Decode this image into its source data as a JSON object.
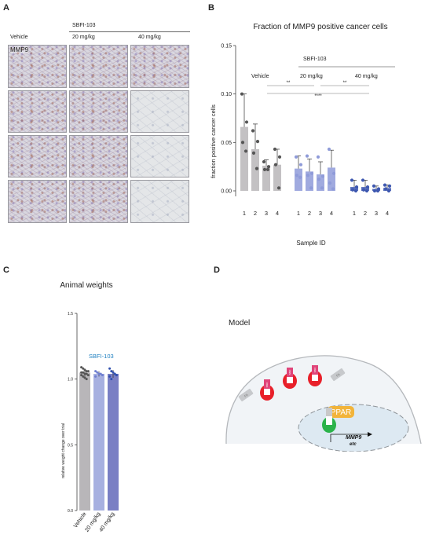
{
  "panels": {
    "a": {
      "letter": "A",
      "treatment_label": "SBFI-103",
      "group_labels": [
        "Vehicle",
        "20 mg/kg",
        "40 mg/kg"
      ],
      "stain_label": "MMP9"
    },
    "b": {
      "letter": "B"
    },
    "c": {
      "letter": "C"
    },
    "d": {
      "letter": "D",
      "title": "Model",
      "drug_label": "SBFI",
      "fa_label": "FA",
      "receptor_label": "PPAR",
      "gene_label": "MMP9",
      "etc_label": "etc"
    }
  },
  "chart_data": [
    {
      "type": "bar",
      "title": "Fraction of MMP9 positive cancer cells",
      "xlabel": "Sample ID",
      "ylabel": "fraction positive cancer cells",
      "ylim": [
        0,
        0.15
      ],
      "yticks": [
        "0.00",
        "0.05",
        "0.10",
        "0.15"
      ],
      "treatment_label": "SBFI-103",
      "group_labels": [
        "Vehicle",
        "20 mg/kg",
        "40 mg/kg"
      ],
      "significance": [
        "**",
        "**",
        "****"
      ],
      "categories": [
        "1",
        "2",
        "3",
        "4",
        "1",
        "2",
        "3",
        "4",
        "1",
        "2",
        "3",
        "4"
      ],
      "values": [
        0.066,
        0.043,
        0.026,
        0.027,
        0.023,
        0.02,
        0.017,
        0.024,
        0.004,
        0.004,
        0.002,
        0.003
      ],
      "errors": [
        0.034,
        0.026,
        0.006,
        0.016,
        0.013,
        0.013,
        0.013,
        0.018,
        0.007,
        0.007,
        0.003,
        0.003
      ],
      "points": [
        [
          0.1,
          0.071,
          0.05,
          0.041
        ],
        [
          0.062,
          0.051,
          0.039,
          0.023
        ],
        [
          0.03,
          0.025,
          0.022,
          0.022
        ],
        [
          0.043,
          0.035,
          0.027,
          0.003
        ],
        [
          0.035,
          0.027,
          0.016,
          0.014
        ],
        [
          0.036,
          0.018,
          0.016,
          0.003
        ],
        [
          0.035,
          0.015,
          0.012,
          0.003
        ],
        [
          0.043,
          0.018,
          0.008,
          0.002
        ],
        [
          0.011,
          0.004,
          0.001,
          0.0
        ],
        [
          0.011,
          0.004,
          0.001,
          0.0
        ],
        [
          0.005,
          0.002,
          0.0,
          0.0
        ],
        [
          0.006,
          0.005,
          0.002,
          0.0
        ]
      ],
      "colors": [
        "#b8b6b9",
        "#8f9bd9",
        "#3e58b0"
      ]
    },
    {
      "type": "bar",
      "title": "Animal weights",
      "ylabel": "relative weight change over trial",
      "ylim": [
        0,
        1.5
      ],
      "yticks": [
        "0.0",
        "0.5",
        "1.0",
        "1.5"
      ],
      "categories": [
        "Vehicle",
        "20 mg/kg",
        "40 mg/kg"
      ],
      "values": [
        1.05,
        1.04,
        1.04
      ],
      "errors": [
        0.03,
        0.02,
        0.03
      ],
      "annotation": "SBFI-103",
      "colors": [
        "#b8b6b9",
        "#a7b0e0",
        "#7a7fc4"
      ],
      "points": [
        [
          1.09,
          1.08,
          1.07,
          1.06,
          1.06,
          1.05,
          1.05,
          1.04,
          1.04,
          1.03,
          1.03,
          1.02,
          1.01,
          1.0
        ],
        [
          1.06,
          1.05,
          1.04,
          1.04,
          1.03,
          1.02
        ],
        [
          1.08,
          1.06,
          1.05,
          1.04,
          1.03,
          1.02,
          1.0
        ]
      ]
    }
  ],
  "colors": {
    "vehicle": "#b8b6b9",
    "dose20": "#8f9bd9",
    "dose40": "#3e58b0",
    "annotation_blue": "#1d7fc0",
    "ppar_orange": "#f2b43a",
    "sbfi_pink": "#e0457a",
    "fabp_red": "#e8202a",
    "receptor_green": "#2bb34a"
  }
}
